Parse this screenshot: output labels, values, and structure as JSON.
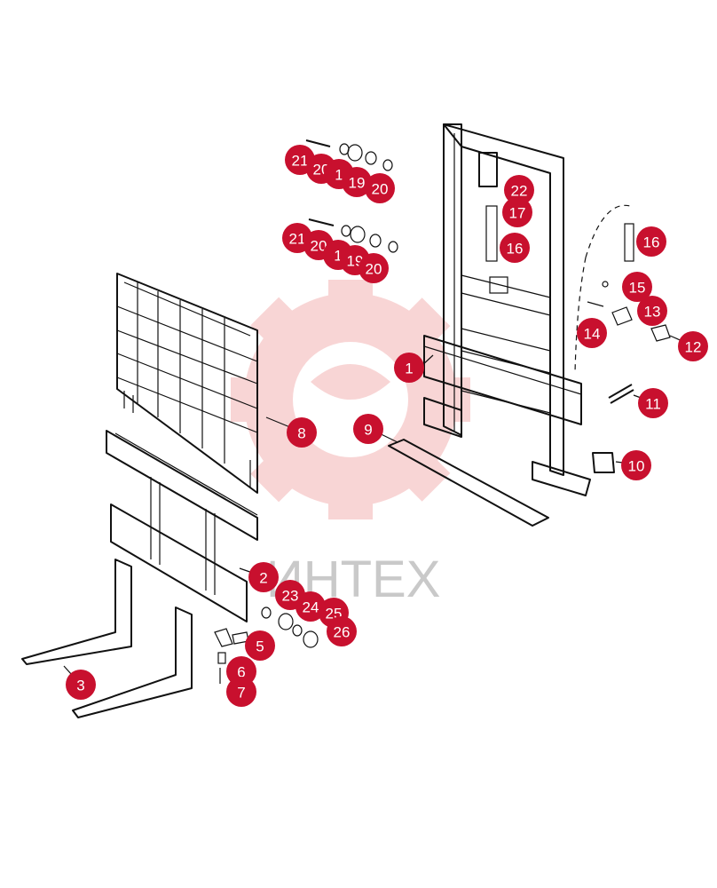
{
  "watermark": {
    "text": "ИНТЕХ",
    "color": "#c9c9c9",
    "gear_color": "#f4b3b3"
  },
  "callout_color": "#c8102e",
  "callouts": [
    {
      "label": "1"
    },
    {
      "label": "2"
    },
    {
      "label": "3"
    },
    {
      "label": "5"
    },
    {
      "label": "6"
    },
    {
      "label": "7"
    },
    {
      "label": "8"
    },
    {
      "label": "9"
    },
    {
      "label": "10"
    },
    {
      "label": "11"
    },
    {
      "label": "12"
    },
    {
      "label": "13"
    },
    {
      "label": "14"
    },
    {
      "label": "15"
    },
    {
      "label": "16"
    },
    {
      "label": "16"
    },
    {
      "label": "17"
    },
    {
      "label": "22"
    },
    {
      "label": "21"
    },
    {
      "label": "20"
    },
    {
      "label": "1"
    },
    {
      "label": "19"
    },
    {
      "label": "20"
    },
    {
      "label": "21"
    },
    {
      "label": "20"
    },
    {
      "label": "1"
    },
    {
      "label": "19"
    },
    {
      "label": "20"
    },
    {
      "label": "23"
    },
    {
      "label": "24"
    },
    {
      "label": "25"
    },
    {
      "label": "26"
    }
  ]
}
